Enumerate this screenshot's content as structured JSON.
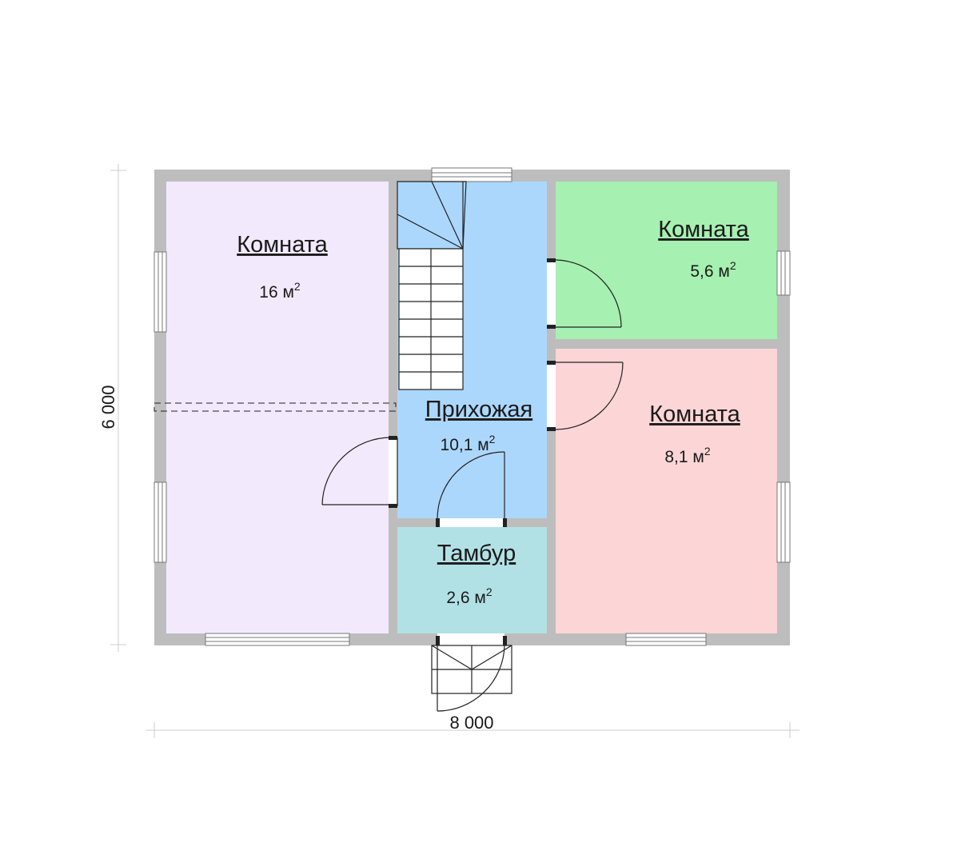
{
  "dimensions": {
    "width_label": "8 000",
    "height_label": "6 000"
  },
  "rooms": [
    {
      "id": "room-left",
      "name": "Комната",
      "area": "16 м",
      "sup": "2",
      "color": "#f3e9fd"
    },
    {
      "id": "hallway",
      "name": "Прихожая",
      "area": "10,1 м",
      "sup": "2",
      "color": "#acd7fd"
    },
    {
      "id": "room-top-right",
      "name": "Комната",
      "area": "5,6 м",
      "sup": "2",
      "color": "#a6f0b1"
    },
    {
      "id": "room-bottom-right",
      "name": "Комната",
      "area": "8,1 м",
      "sup": "2",
      "color": "#fcd5d6"
    },
    {
      "id": "vestibule",
      "name": "Тамбур",
      "area": "2,6 м",
      "sup": "2",
      "color": "#b1e1e5"
    }
  ],
  "colors": {
    "wall": "#bdbdbd",
    "line": "#222222",
    "dimension_line": "#cccccc"
  }
}
